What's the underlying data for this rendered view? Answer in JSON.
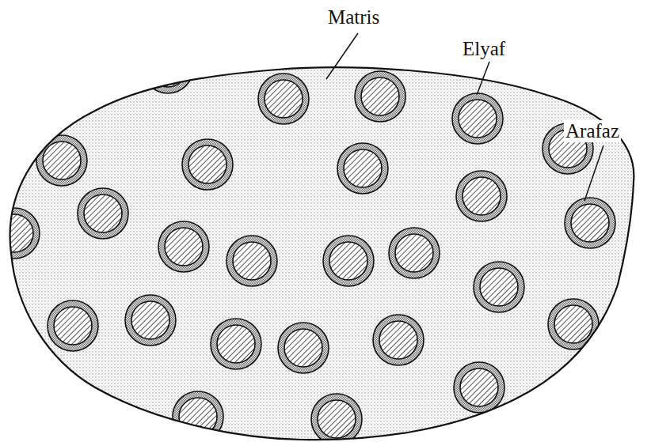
{
  "diagram": {
    "labels": [
      "Matris",
      "Elyaf",
      "Arafaz"
    ]
  }
}
